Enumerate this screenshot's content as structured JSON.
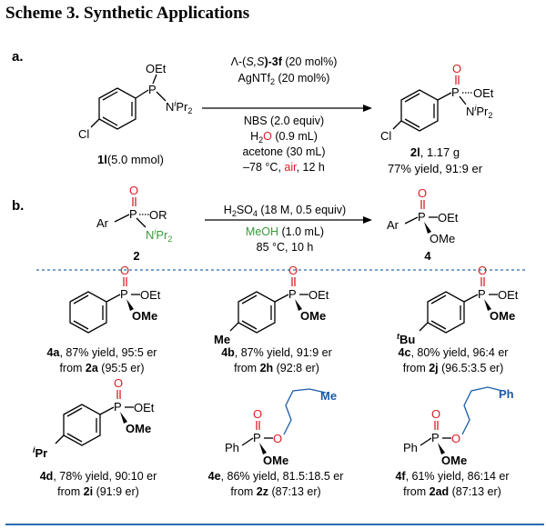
{
  "title": "Scheme 3. Synthetic Applications",
  "section_a": {
    "label": "a.",
    "substrate": {
      "oet": "OEt",
      "p": "P",
      "amine": "N",
      "amine_sup": "i",
      "amine_sub": "Pr",
      "amine_sub2": "2",
      "cl": "Cl",
      "id": "1l",
      "amount": "(5.0 mmol)"
    },
    "conditions": {
      "catalyst_pre": "Λ-(",
      "catalyst_stereo": "S,S",
      "catalyst_post": ")-3f",
      "catalyst_load": " (20 mol%)",
      "additive": "AgNTf",
      "additive_sub": "2",
      "additive_load": " (20 mol%)",
      "reagent": "NBS (2.0 equiv)",
      "water_h": "H",
      "water_sub": "2",
      "water_o": "O",
      "water_amount": " (0.9 mL)",
      "solvent": "acetone (30 mL)",
      "temp_pre": "–78 °C, ",
      "atmosphere": "air",
      "time": ", 12 h"
    },
    "product": {
      "o": "O",
      "p": "P",
      "oet": "OEt",
      "amine": "N",
      "amine_sup": "i",
      "amine_sub": "Pr",
      "amine_sub2": "2",
      "cl": "Cl",
      "id": "2l",
      "mass": ", 1.17 g",
      "result": "77% yield, 91:9 er"
    }
  },
  "section_b": {
    "label": "b.",
    "substrate": {
      "o": "O",
      "p": "P",
      "or": "OR",
      "ar": "Ar",
      "amine": "N",
      "amine_sup": "i",
      "amine_sub": "Pr",
      "amine_sub2": "2",
      "id": "2"
    },
    "conditions": {
      "acid": "H",
      "acid_sub": "2",
      "acid_mid": "SO",
      "acid_sub2": "4",
      "acid_amount": " (18 M, 0.5 equiv)",
      "methanol": "MeOH",
      "methanol_amount": " (1.0 mL)",
      "temp_time": "85 °C, 10 h"
    },
    "product": {
      "o": "O",
      "p": "P",
      "oet": "OEt",
      "ar": "Ar",
      "ome": "OMe",
      "id": "4"
    }
  },
  "examples": [
    {
      "id": "4a",
      "yield_er": ", 87% yield, 95:5 er",
      "from_pre": "from ",
      "from_id": "2a",
      "from_er": " (95:5 er)",
      "substituent": ""
    },
    {
      "id": "4b",
      "yield_er": ", 87% yield, 91:9 er",
      "from_pre": "from ",
      "from_id": "2h",
      "from_er": " (92:8 er)",
      "substituent": "Me"
    },
    {
      "id": "4c",
      "yield_er": ", 80% yield, 96:4 er",
      "from_pre": "from ",
      "from_id": "2j",
      "from_er": " (96.5:3.5 er)",
      "substituent_sup": "t",
      "substituent": "Bu"
    },
    {
      "id": "4d",
      "yield_er": ", 78% yield, 90:10 er",
      "from_pre": "from ",
      "from_id": "2i",
      "from_er": " (91:9 er)",
      "substituent_sup": "i",
      "substituent": "Pr"
    },
    {
      "id": "4e",
      "yield_er": ", 86% yield, 81.5:18.5 er",
      "from_pre": "from ",
      "from_id": "2z",
      "from_er": " (87:13 er)",
      "chain_end": "Me"
    },
    {
      "id": "4f",
      "yield_er": ", 61% yield, 86:14 er",
      "from_pre": "from ",
      "from_id": "2ad",
      "from_er": " (87:13 er)",
      "chain_end": "Ph"
    }
  ],
  "atoms": {
    "o": "O",
    "p": "P",
    "oet": "OEt",
    "ome": "OMe",
    "ph": "Ph"
  },
  "colors": {
    "oxygen_red": "#d81f26",
    "green": "#3a9a3a",
    "blue": "#1a5ca8",
    "rule_blue": "#2a6ab3"
  }
}
